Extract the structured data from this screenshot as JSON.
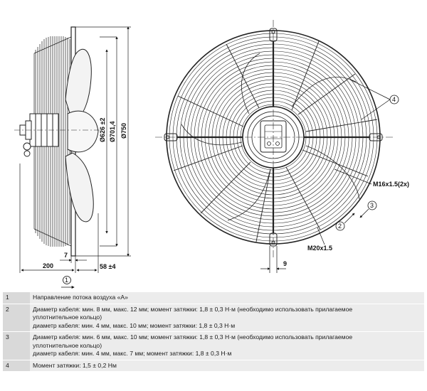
{
  "dimensions": {
    "d626": "Ø626 ±2",
    "d701": "Ø701,4",
    "d750": "Ø750",
    "len200": "200",
    "len7": "7",
    "len58": "58 ±4",
    "len9": "9"
  },
  "callouts": {
    "c1": "1",
    "c2": "2",
    "c3": "3",
    "c4": "4",
    "thread_m16": "M16x1.5(2x)",
    "thread_m20": "M20x1.5"
  },
  "notes": [
    {
      "num": "1",
      "lines": [
        "Направление потока воздуха «А»"
      ]
    },
    {
      "num": "2",
      "lines": [
        "Диаметр кабеля: мин. 8 мм, макс. 12 мм; момент затяжки: 1,8 ± 0,3 Н·м (необходимо использовать прилагаемое",
        "уплотнительное кольцо)",
        "диаметр кабеля: мин. 4 мм, макс. 10 мм; момент затяжки: 1,8 ± 0,3 Н·м"
      ]
    },
    {
      "num": "3",
      "lines": [
        "Диаметр кабеля: мин. 6 мм, макс. 10 мм; момент затяжки: 1,8 ± 0,3 Н·м (необходимо использовать прилагаемое",
        "уплотнительное кольцо)",
        "диаметр кабеля: мин. 4 мм, макс. 7 мм; момент затяжки: 1,8 ± 0,3 Н·м"
      ]
    },
    {
      "num": "4",
      "lines": [
        "Момент затяжки: 1,5 ± 0,2 Нм"
      ]
    }
  ]
}
